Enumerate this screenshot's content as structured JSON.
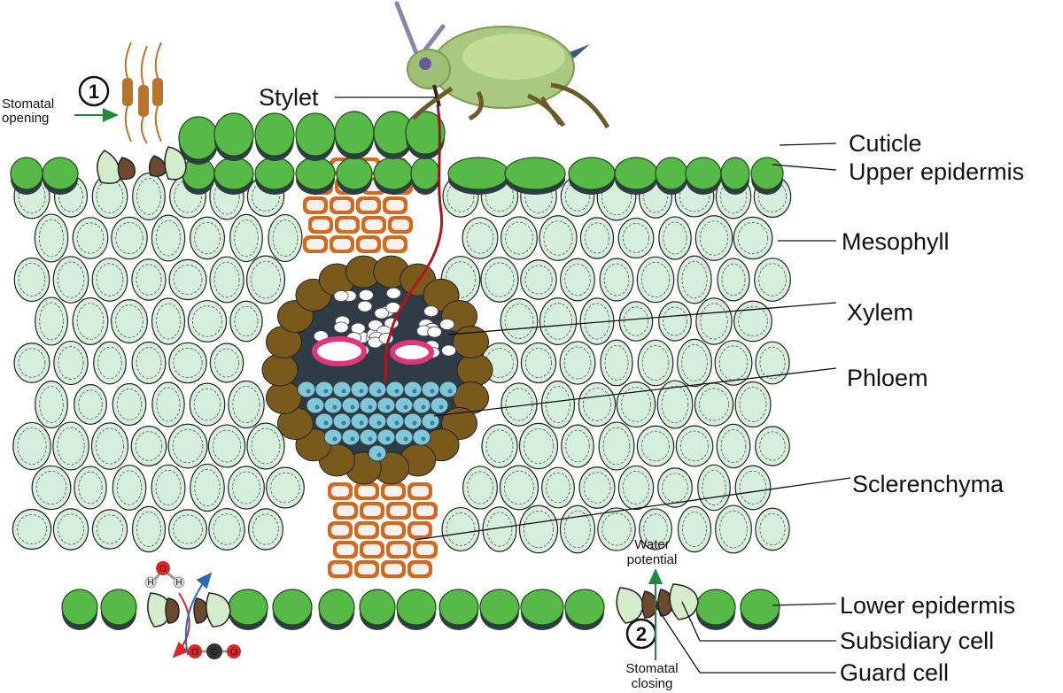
{
  "labels": {
    "stylet": "Stylet",
    "cuticle": "Cuticle",
    "upper_epidermis": "Upper epidermis",
    "mesophyll": "Mesophyll",
    "xylem": "Xylem",
    "phloem": "Phloem",
    "sclerenchyma": "Sclerenchyma",
    "lower_epidermis": "Lower epidermis",
    "subsidiary_cell": "Subsidiary cell",
    "guard_cell": "Guard cell"
  },
  "steps": {
    "one": {
      "number": "1",
      "line1": "Stomatal",
      "line2": "opening"
    },
    "two": {
      "number": "2",
      "line1": "Stomatal",
      "line2": "closing"
    }
  },
  "water_potential": {
    "line1": "Water",
    "line2": "potential"
  },
  "molecules": {
    "h": "H",
    "o": "O",
    "c": "C"
  },
  "colors": {
    "epidermis": "#57b947",
    "epidermis_dark": "#2f3b45",
    "mesophyll": "#d6efdc",
    "bundle_sheath": "#7a5a1c",
    "sclerenchyma": "#d2691e",
    "phloem": "#7ec8d8",
    "xylem_ring": "#e0357a",
    "stylet": "#b3141c",
    "guard": "#6b4a2f",
    "subsidiary": "#d5eccb",
    "insect": "#a9c97e",
    "arrow_green": "#1f8a3c"
  }
}
